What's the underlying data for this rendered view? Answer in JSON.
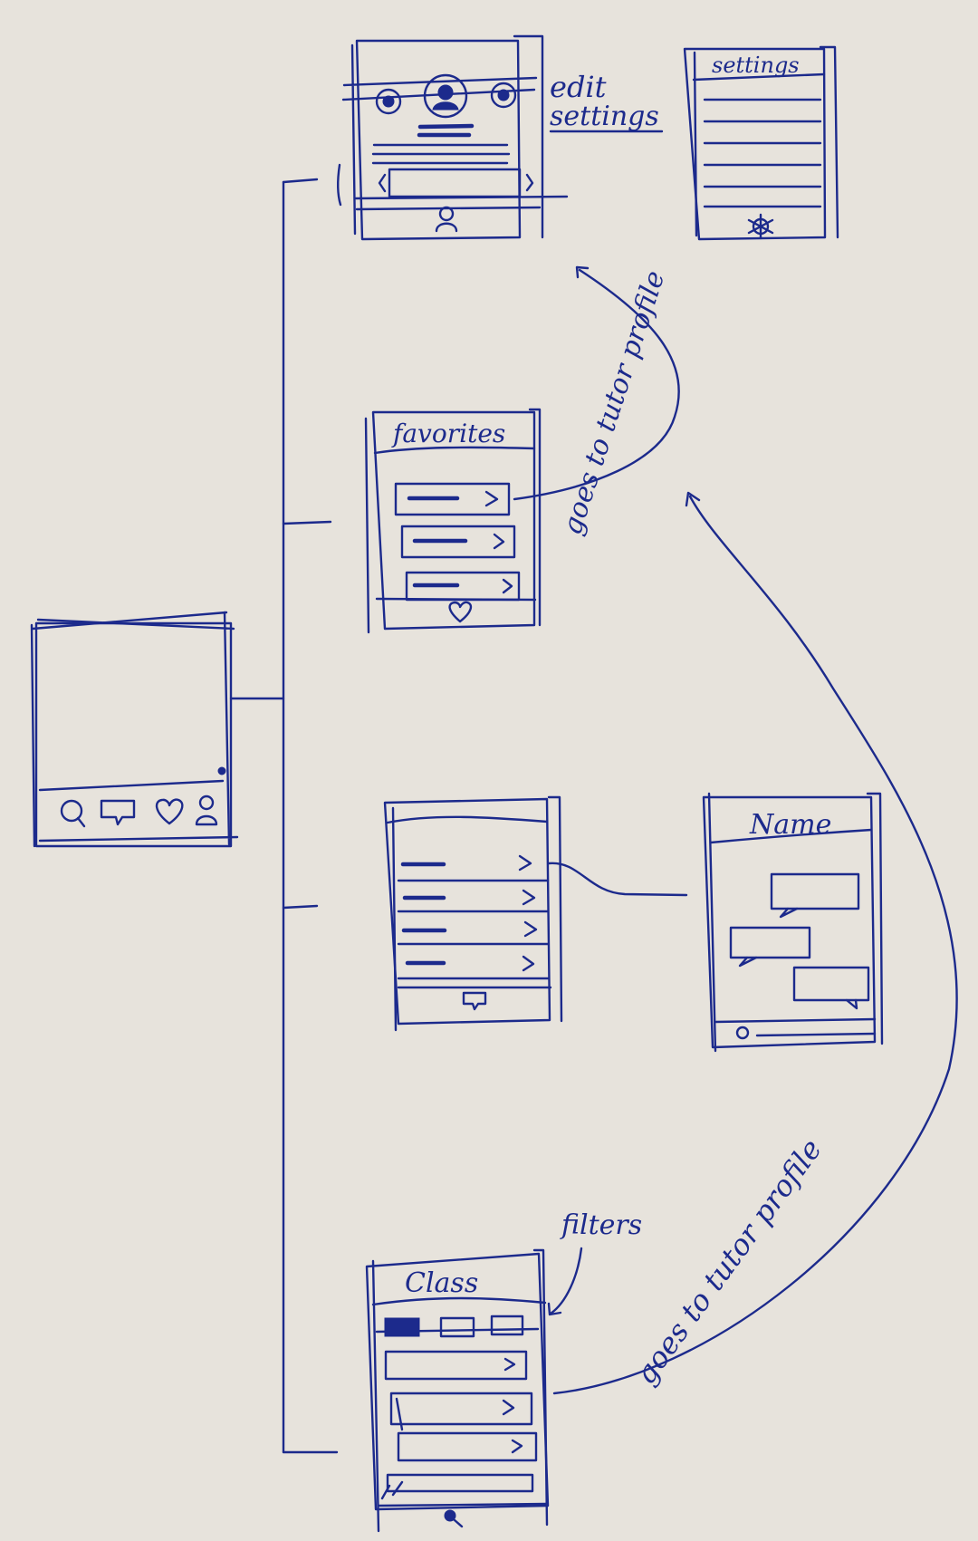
{
  "labels": {
    "edit_settings_line1": "edit",
    "edit_settings_line2": "settings",
    "settings_title": "settings",
    "favorites_title": "favorites",
    "favorites_link": "goes to tutor profile",
    "chat_title": "Name",
    "class_title": "Class",
    "filters": "filters",
    "class_link": "goes to tutor profile"
  },
  "colors": {
    "paper": "#e7e3dc",
    "ink": "#1c2a8c"
  },
  "icons": {
    "home_tabbar": [
      "search-icon",
      "chat-bubble-icon",
      "heart-icon",
      "person-icon"
    ],
    "profile_tabbar": "person-icon",
    "settings_tabbar": "gear-icon",
    "favorites_tabbar": "heart-icon",
    "messages_tabbar": "chat-bubble-icon",
    "class_tabbar": "search-icon"
  }
}
